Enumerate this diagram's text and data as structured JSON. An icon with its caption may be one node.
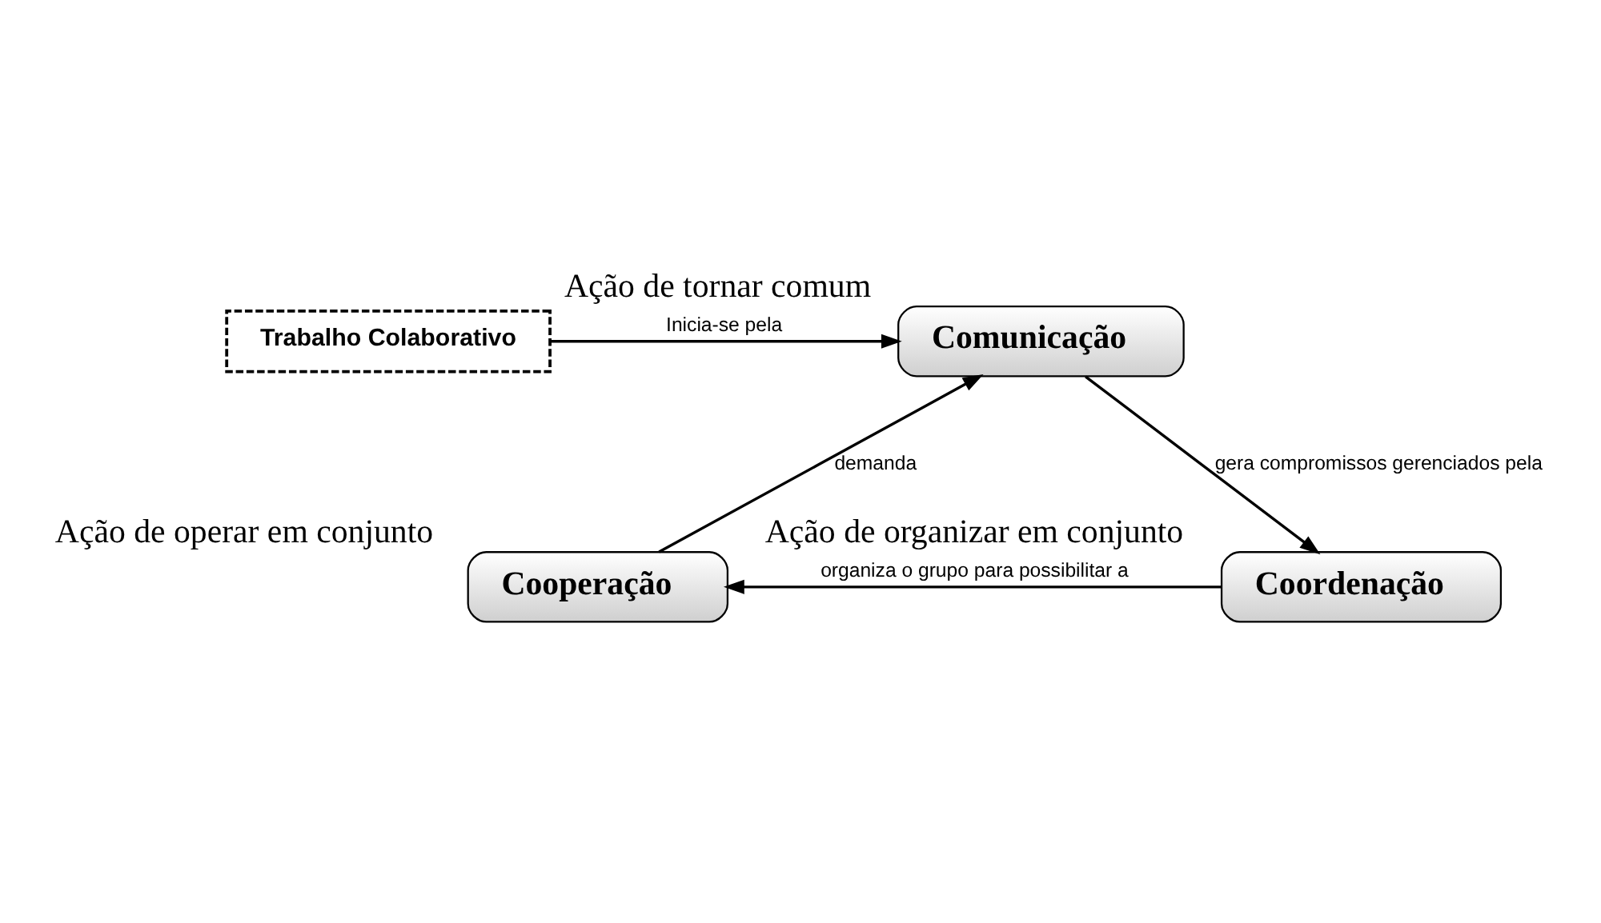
{
  "diagram": {
    "nodes": [
      {
        "text": [
          "Trabalho Colaborativo"
        ]
      },
      {
        "text": [
          "Comunicação"
        ],
        "beside": [
          "Ação de tornar comum"
        ]
      },
      {
        "text": [
          "Coordenação"
        ],
        "beside": [
          "Ação de organizar em conjunto"
        ]
      },
      {
        "text": [
          "Cooperação"
        ],
        "beside": [
          "Ação de operar em conjunto"
        ]
      }
    ],
    "edges": [
      {
        "from": 0,
        "to": 1,
        "arrow": "to",
        "label": "Inicia-se pela"
      },
      {
        "from": 1,
        "to": 2,
        "arrow": "to",
        "label": "gera compromissos gerenciados pela"
      },
      {
        "from": 2,
        "to": 3,
        "arrow": "to",
        "label": "organiza o grupo para possibilitar a"
      },
      {
        "from": 3,
        "to": 1,
        "arrow": "to",
        "label": "demanda"
      }
    ]
  }
}
